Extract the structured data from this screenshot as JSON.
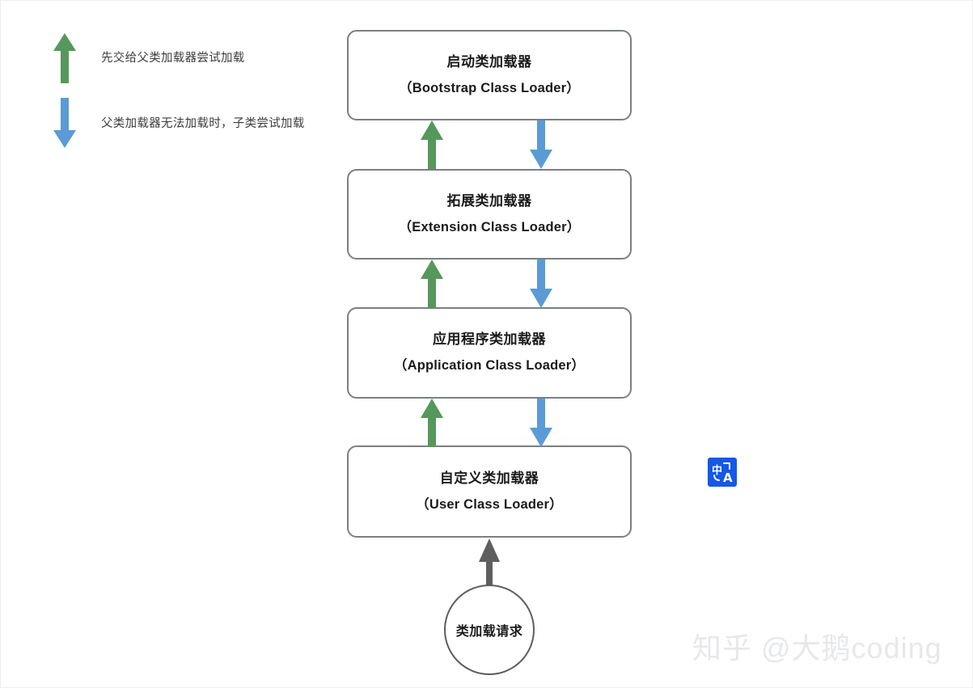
{
  "diagram": {
    "title": "Java Class Loader Parent Delegation Model",
    "colors": {
      "up_arrow": "#56985b",
      "down_arrow": "#5b9bd5",
      "request_arrow": "#5e5e5e",
      "box_border": "#7b7f82",
      "badge_blue": "#1557e8",
      "watermark": "#e6e8ea"
    },
    "legend": [
      {
        "icon": "arrow-up-icon",
        "direction": "up",
        "color": "#56985b",
        "label": "先交给父类加载器尝试加载"
      },
      {
        "icon": "arrow-down-icon",
        "direction": "down",
        "color": "#5b9bd5",
        "label": "父类加载器无法加载时，子类尝试加载"
      }
    ],
    "boxes": [
      {
        "cn": "启动类加载器",
        "en": "（Bootstrap Class Loader）"
      },
      {
        "cn": "拓展类加载器",
        "en": "（Extension Class Loader）"
      },
      {
        "cn": "应用程序类加载器",
        "en": "（Application Class Loader）"
      },
      {
        "cn": "自定义类加载器",
        "en": "（User Class Loader）"
      }
    ],
    "request_node": {
      "label": "类加载请求",
      "shape": "circle"
    },
    "badge": {
      "icon": "translate-icon",
      "glyph_cn": "中",
      "glyph_en": "A"
    },
    "watermark": "知乎 @大鹅coding"
  }
}
